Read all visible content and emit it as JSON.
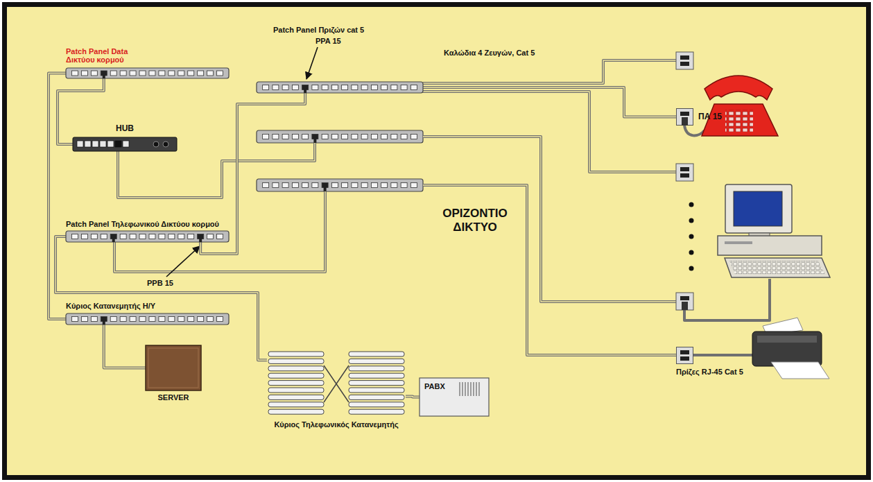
{
  "diagram": {
    "nodes": [
      {
        "text": [
          "Patch Panel Data Δικτύου κορμού"
        ]
      },
      {
        "text": [
          "Patch Panel Πριζών cat 5"
        ]
      },
      {
        "text": [
          "ΠΑ 15"
        ]
      },
      {
        "text": [
          "HUB"
        ]
      },
      {
        "text": [
          "Patch Panel Τηλεφωνικού Δικτύου κορμού"
        ]
      },
      {
        "text": [
          "Κύριος Κατανεμητής Η/Υ"
        ]
      },
      {
        "text": [
          "SERVER"
        ]
      },
      {
        "text": [
          "Κύριος Τηλεφωνικός Κατανεμητής"
        ]
      },
      {
        "text": [
          "PABX"
        ]
      },
      {
        "text": [
          "Πρίζες RJ-45 Cat 5"
        ]
      }
    ],
    "edges": [
      {
        "from": 0,
        "to": 3,
        "arrow": "none"
      },
      {
        "from": 1,
        "to": 4,
        "arrow": "none"
      },
      {
        "from": 1,
        "to": 2,
        "arrow": "none"
      },
      {
        "from": 0,
        "to": 5,
        "arrow": "none"
      },
      {
        "from": 4,
        "to": 7,
        "arrow": "none"
      },
      {
        "from": 5,
        "to": 6,
        "arrow": "none"
      },
      {
        "from": 7,
        "to": 8,
        "arrow": "none"
      }
    ],
    "labels": [
      "PPA 15",
      "Καλώδια 4 Ζευγών, Cat 5",
      "ΟΡΙΖΟΝΤΙΟ ΔΙΚΤΥΟ",
      "PPB 15"
    ]
  }
}
